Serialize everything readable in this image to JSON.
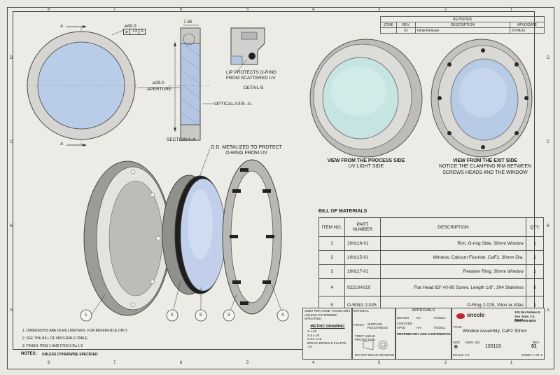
{
  "zones": {
    "top": [
      "8",
      "7",
      "6",
      "5",
      "4",
      "3",
      "2",
      "1"
    ],
    "side": [
      "D",
      "C",
      "B",
      "A"
    ]
  },
  "revisions": {
    "title": "REVISIONS",
    "headers": [
      "ZONE",
      "REV.",
      "DESCRIPTION",
      "APVD/DATE"
    ],
    "row": [
      "",
      "01",
      "Initial Release",
      "07/04/12"
    ]
  },
  "front_view": {
    "section_label": "A",
    "dia_outer": "⌀40.0",
    "tol_sym": "⌀",
    "tol_value": ".13",
    "datum": "A",
    "aperture_dia": "⌀29.0",
    "aperture_label": "APERTURE"
  },
  "section": {
    "width": "7.35",
    "title": "SECTION A-A",
    "optical_axis": "OPTICAL AXIS -A-"
  },
  "detail": {
    "title": "DETAIL B",
    "note_line1": "LIP PROTECTS O-RING",
    "note_line2": "FROM SCATTERED UV"
  },
  "views": {
    "process_title": "VIEW FROM THE PROCESS SIDE",
    "process_sub": "UV LIGHT SIDE",
    "exit_title": "VIEW FROM THE EXIT SIDE",
    "exit_sub1": "NOTICE THE CLAMPING RIM BETWEEN",
    "exit_sub2": "SCREWS HEADS AND THE WINDOW"
  },
  "exploded_note": {
    "line1": "O.D. METALIZED TO PROTECT",
    "line2": "O-RING FROM UV"
  },
  "balloons": [
    "1",
    "2",
    "5",
    "3",
    "4"
  ],
  "bom": {
    "title": "BILL OF MATERIALS",
    "headers": [
      "ITEM NO.",
      "PART NUMBER",
      "DESCRIPTION",
      "QTY."
    ],
    "rows": [
      [
        "1",
        "100116-01",
        "Rim, O-ring Side, 30mm Window",
        "1"
      ],
      [
        "2",
        "100115-01",
        "Window, Calcium Fluoride, CaF2, 30mm Dia.",
        "1"
      ],
      [
        "3",
        "100117-01",
        "Retainer Ring, 30mm Window",
        "1"
      ],
      [
        "4",
        "92210A010",
        "Flat Head 82º #0-80 Screw, Length 1/8\", 304 Stainless",
        "8"
      ],
      [
        "5",
        "O-RING 2-025",
        "O-Ring 2-025, Viton or Aflas",
        "1"
      ]
    ]
  },
  "notes": {
    "title": "NOTES:",
    "subtitle": "UNLESS OTHERWISE SPECIFIED",
    "items": [
      "1.  DIMENSIONS ARE IN MILLIMETERS. FOR REFERENCE ONLY.",
      "2.  SEE THE BILL OF MATERIALS TABLE.",
      "3.  FINISH: ITEM 1 AND ITEM 3 Ra 1.6"
    ]
  },
  "title_block": {
    "gdt": "GD&T PER ASME Y14.5M-1994",
    "unless": "UNLESS OTHERWISE SPECIFIED",
    "metric": "METRIC DRAWING",
    "tolerances": [
      "X    ±.40",
      "X.X   ±.20",
      "X.XX  ±.10"
    ],
    "break_edges": "BREAK EDGES & FILLETS .XX",
    "material": "MATERIAL",
    "finish": "FINISH",
    "surface": "SURFACE ROUGHNESS",
    "first_angle": "FIRST ANGLE PROJECTION",
    "no_scale": "DO NOT SCALE DRAWING",
    "approvals": "APPROVALS",
    "drawn": "DRAWN",
    "drawn_by": "RJ",
    "drawn_date": "7/4/2012",
    "checked": "CHECKED",
    "apvd": "APVD",
    "apvd_by": "AH",
    "apvd_date": "7/4/2012",
    "proprietary": "PROPRIETARY AND CONFIDENTIAL",
    "company": "encole",
    "address": [
      "125 Rio Robles E.",
      "San Jose, CA 95134",
      "(858) 205-8825"
    ],
    "title_label": "TITLE:",
    "title": "Window Assembly, CaF2 30mm",
    "size_label": "SIZE",
    "size": "B",
    "dwg_label": "DWG. NO.",
    "dwg_no": "100118",
    "rev_label": "REV",
    "rev": "01",
    "scale": "SCALE: 2:1",
    "sheet": "SHEET 1 OF 1"
  }
}
